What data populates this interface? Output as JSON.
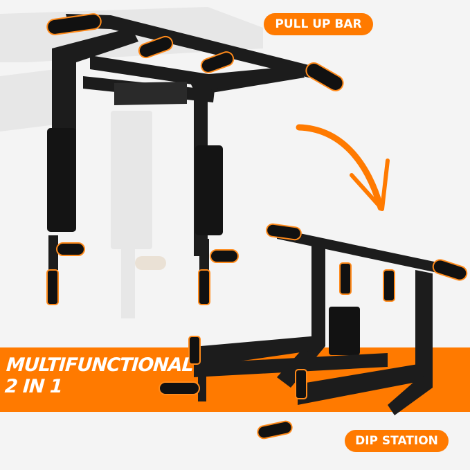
{
  "labels": {
    "pull_up_bar": "PULL UP BAR",
    "dip_station": "DIP STATION",
    "headline_line1": "MULTIFUNCTIONAL",
    "headline_line2": "2 IN 1"
  },
  "colors": {
    "background": "#f4f4f4",
    "accent_orange": "#ff7a00",
    "frame_black": "#1a1a1a",
    "text_white": "#ffffff"
  },
  "images": {
    "top_product": "wall-mounted pull up bar configuration",
    "bottom_product": "dip station configuration",
    "arrow": "curved orange arrow pointing down-right"
  }
}
